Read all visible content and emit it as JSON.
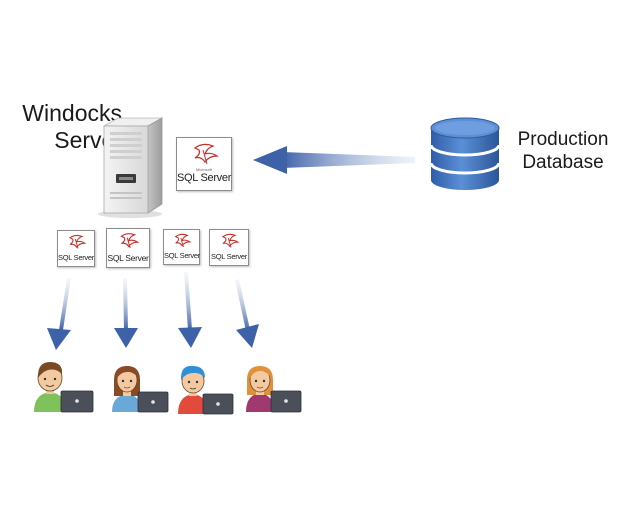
{
  "server": {
    "line1": "Windocks",
    "line2": "Server"
  },
  "database": {
    "line1": "Production",
    "line2": "Database"
  },
  "sql_logo": {
    "small_text": "Microsoft",
    "label": "SQL Server"
  },
  "colors": {
    "arrow": "#4a6fb0",
    "db_body": "#3f6fb5",
    "db_ring": "#ffffff",
    "server_body": "#e6e6e6",
    "sql_red": "#c8302c",
    "laptop": "#4a4f5a"
  },
  "icons": {
    "server": "server-tower-icon",
    "database": "database-cylinder-icon",
    "users": [
      "user-man-icon",
      "user-woman-icon",
      "user-man-blue-hair-icon",
      "user-woman-icon"
    ]
  }
}
